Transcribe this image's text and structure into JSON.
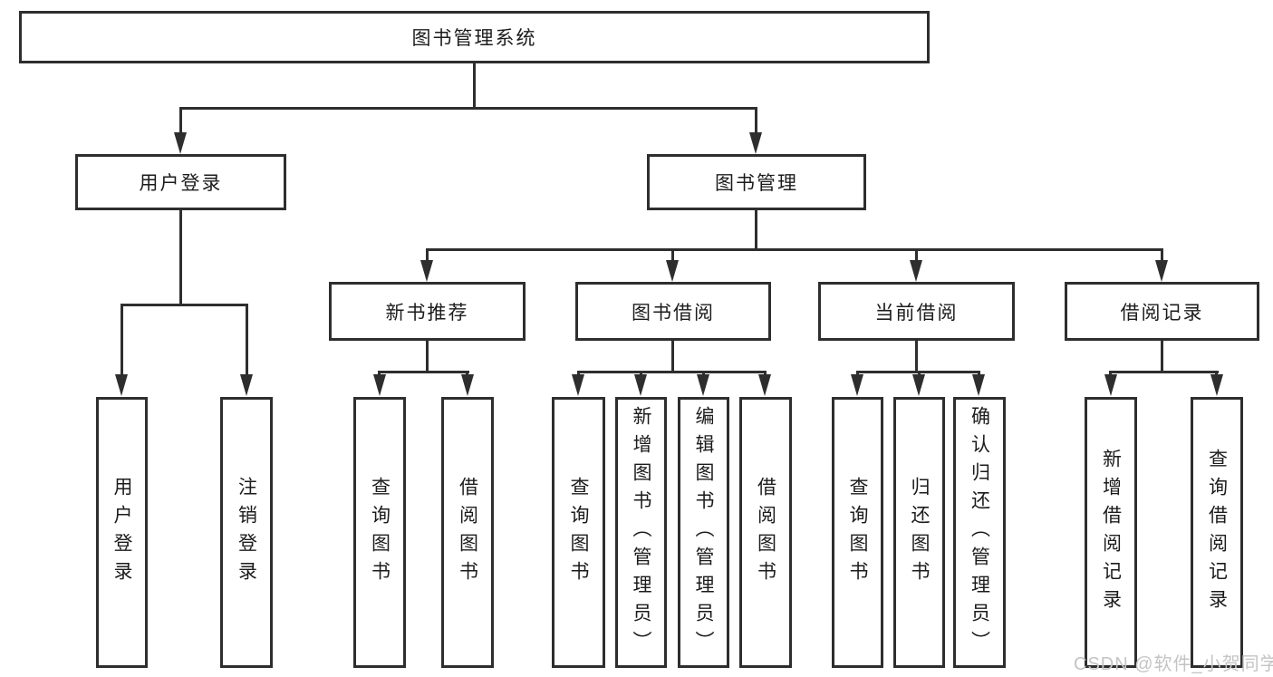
{
  "diagram": {
    "root_label": "图书管理系统",
    "branches": [
      {
        "label": "用户登录",
        "leaves": [
          "用户登录",
          "注销登录"
        ]
      },
      {
        "label": "图书管理",
        "categories": [
          {
            "label": "新书推荐",
            "leaves": [
              "查询图书",
              "借阅图书"
            ]
          },
          {
            "label": "图书借阅",
            "leaves": [
              "查询图书",
              "新增图书（管理员）",
              "编辑图书（管理员）",
              "借阅图书"
            ]
          },
          {
            "label": "当前借阅",
            "leaves": [
              "查询图书",
              "归还图书",
              "确认归还（管理员）"
            ]
          },
          {
            "label": "借阅记录",
            "leaves": [
              "新增借阅记录",
              "查询借阅记录"
            ]
          }
        ]
      }
    ]
  },
  "watermark": "CSDN @软件_小贺同学",
  "colors": {
    "line": "#2e2e2e",
    "text": "#1c1c1c",
    "watermark": "#c4c4c4",
    "background": "#ffffff"
  }
}
